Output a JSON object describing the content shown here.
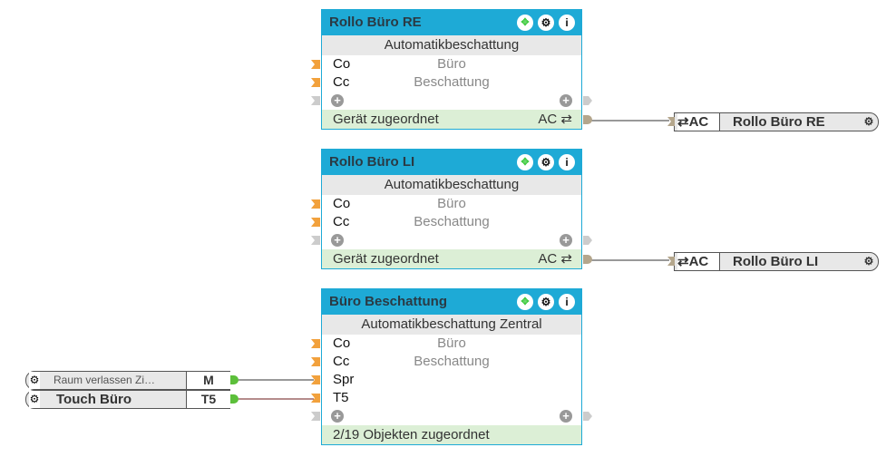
{
  "blocks": [
    {
      "title": "Rollo Büro RE",
      "subtitle": "Automatikbeschattung",
      "inputs": [
        {
          "label": "Co",
          "center": "Büro"
        },
        {
          "label": "Cc",
          "center": "Beschattung"
        }
      ],
      "footer": "Gerät zugeordnet",
      "footer_right": "AC ⇄"
    },
    {
      "title": "Rollo Büro LI",
      "subtitle": "Automatikbeschattung",
      "inputs": [
        {
          "label": "Co",
          "center": "Büro"
        },
        {
          "label": "Cc",
          "center": "Beschattung"
        }
      ],
      "footer": "Gerät zugeordnet",
      "footer_right": "AC ⇄"
    },
    {
      "title": "Büro Beschattung",
      "subtitle": "Automatikbeschattung Zentral",
      "inputs": [
        {
          "label": "Co",
          "center": "Büro"
        },
        {
          "label": "Cc",
          "center": "Beschattung"
        },
        {
          "label": "Spr",
          "center": ""
        },
        {
          "label": "T5",
          "center": ""
        }
      ],
      "footer": "2/19 Objekten zugeordnet",
      "footer_right": ""
    }
  ],
  "output_nodes": [
    {
      "port": "⇄AC",
      "name": "Rollo Büro RE"
    },
    {
      "port": "⇄AC",
      "name": "Rollo Büro LI"
    }
  ],
  "input_nodes": [
    {
      "name": "Raum verlassen Zi…",
      "port": "M"
    },
    {
      "name": "Touch Büro",
      "port": "T5"
    }
  ],
  "icons": {
    "move": "move-icon",
    "settings": "gear-icon",
    "info": "info-icon"
  }
}
